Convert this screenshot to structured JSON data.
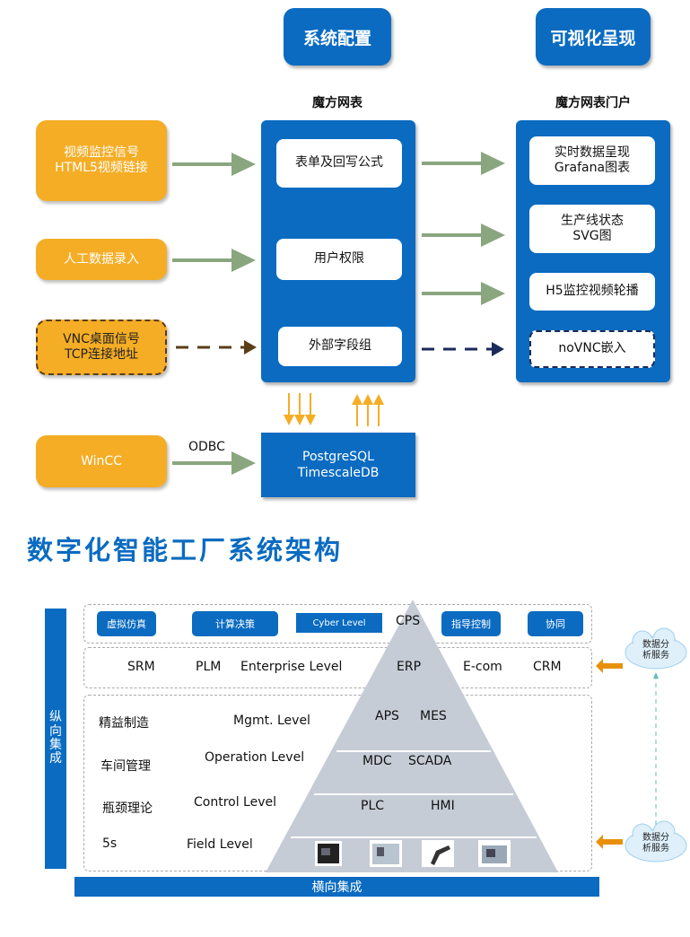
{
  "top": {
    "header_config": "系统配置",
    "header_visual": "可视化呈现",
    "sub_config": "魔方网表",
    "sub_visual": "魔方网表门户",
    "sources": [
      {
        "line1": "视频监控信号",
        "line2": "HTML5视频链接"
      },
      {
        "line1": "人工数据录入",
        "line2": ""
      },
      {
        "line1": "VNC桌面信号",
        "line2": "TCP连接地址"
      },
      {
        "line1": "WinCC",
        "line2": ""
      }
    ],
    "config_items": [
      "表单及回写公式",
      "用户权限",
      "外部字段组"
    ],
    "visual_items": [
      {
        "line1": "实时数据呈现",
        "line2": "Grafana图表"
      },
      {
        "line1": "生产线状态",
        "line2": "SVG图"
      },
      {
        "line1": "H5监控视频轮播",
        "line2": ""
      },
      {
        "line1": "noVNC嵌入",
        "line2": ""
      }
    ],
    "odbc_label": "ODBC",
    "db": {
      "line1": "PostgreSQL",
      "line2": "TimescaleDB"
    }
  },
  "architecture": {
    "title": "数字化智能工厂系统架构",
    "vertical_label": "纵向集成",
    "horizontal_label": "横向集成",
    "cyber_row": {
      "pills": [
        "虚拟仿真",
        "计算决策",
        "指导控制",
        "协同"
      ],
      "level": "Cyber Level",
      "apex": "CPS"
    },
    "enterprise_row": {
      "items": [
        "SRM",
        "PLM",
        "E-com",
        "CRM"
      ],
      "level": "Enterprise Level",
      "center": "ERP"
    },
    "levels": [
      {
        "left": "精益制造",
        "level": "Mgmt. Level",
        "center": [
          "APS",
          "MES"
        ]
      },
      {
        "left": "车间管理",
        "level": "Operation Level",
        "center": [
          "MDC",
          "SCADA"
        ]
      },
      {
        "left": "瓶颈理论",
        "level": "Control Level",
        "center": [
          "PLC",
          "HMI"
        ]
      },
      {
        "left": "5s",
        "level": "Field Level",
        "center": []
      }
    ],
    "field_devices": [
      "cnc-machine-icon",
      "assembly-machine-icon",
      "barcode-scanner-icon",
      "machining-center-icon"
    ],
    "cloud_label": "数据分析服务",
    "cloud_top": {
      "line1": "数据分",
      "line2": "析服务"
    },
    "cloud_bottom": {
      "line1": "数据分",
      "line2": "析服务"
    }
  },
  "colors": {
    "blue": "#0a6bc1",
    "orange": "#f5ad25",
    "green_arrow": "#8aa67f",
    "pyramid": "#c5ccd6"
  }
}
